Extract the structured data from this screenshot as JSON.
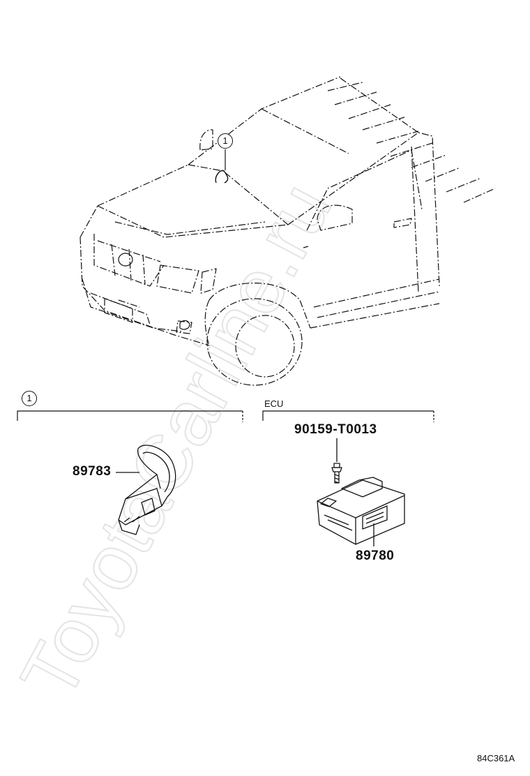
{
  "diagram": {
    "callout_ref": "1",
    "section_left": {
      "ref": "1"
    },
    "section_right": {
      "title": "ECU"
    },
    "parts": [
      {
        "id": "sensor",
        "number": "89783"
      },
      {
        "id": "bolt",
        "number": "90159-T0013"
      },
      {
        "id": "ecu",
        "number": "89780"
      }
    ],
    "figure_code": "84C361A",
    "watermark": "ToyotaCarline.ru"
  },
  "colors": {
    "line": "#111111",
    "watermark": "#e6e6e6",
    "background": "#ffffff"
  }
}
